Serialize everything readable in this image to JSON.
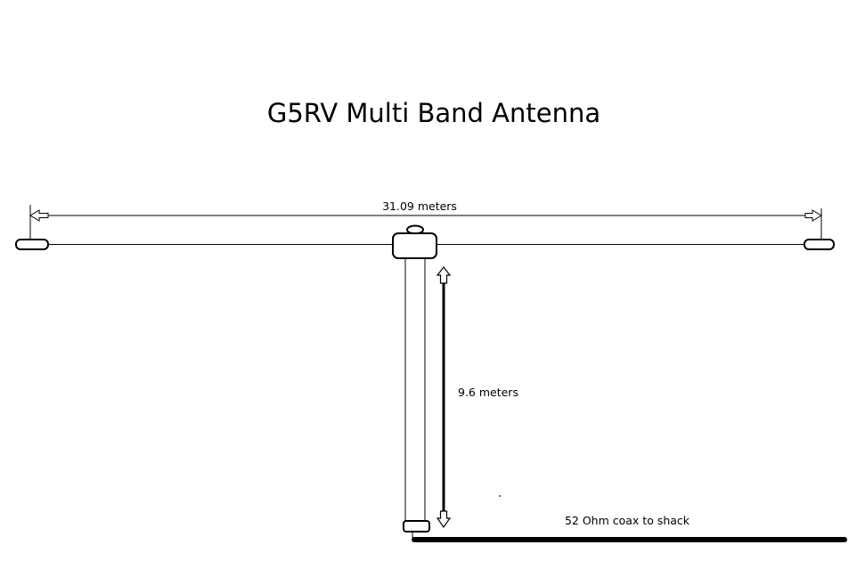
{
  "title": "G5RV Multi Band Antenna",
  "labels": {
    "span_length": "31.09 meters",
    "feeder_length": "9.6 meters",
    "coax": "52 Ohm coax to shack"
  },
  "colors": {
    "ink": "#000000",
    "background": "#ffffff"
  }
}
